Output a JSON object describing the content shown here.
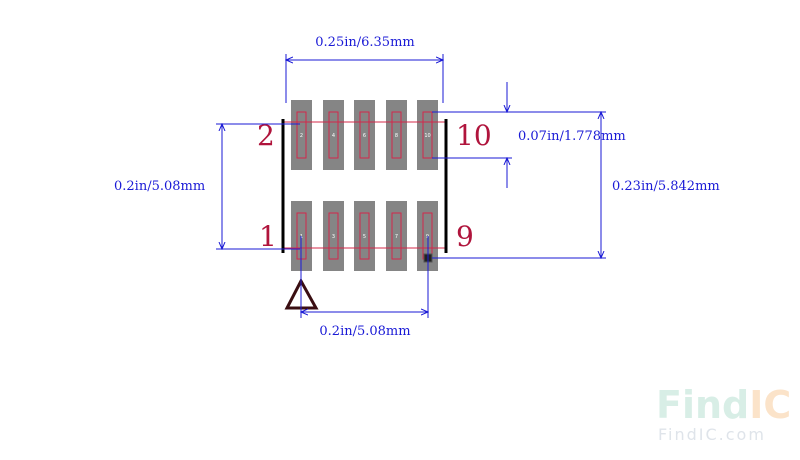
{
  "dimensions": {
    "body_width": "0.25in/6.35mm",
    "pad_length": "0.07in/1.778mm",
    "row_pitch": "0.2in/5.08mm",
    "overall_height": "0.23in/5.842mm",
    "pad_span": "0.2in/5.08mm"
  },
  "pin_labels": {
    "top_left": "2",
    "top_right": "10",
    "bottom_left": "1",
    "bottom_right": "9"
  },
  "pads": {
    "top": [
      "2",
      "4",
      "6",
      "8",
      "10"
    ],
    "bottom": [
      "1",
      "3",
      "5",
      "7",
      "9"
    ]
  },
  "watermark": {
    "logo_a": "Find",
    "logo_b": "IC",
    "url": "FindIC.com"
  },
  "colors": {
    "pad": "#858585",
    "pad_outline": "#d4284a",
    "dimension": "#1a1ad6",
    "pin_label": "#b0143c",
    "body_edge": "#000000"
  }
}
